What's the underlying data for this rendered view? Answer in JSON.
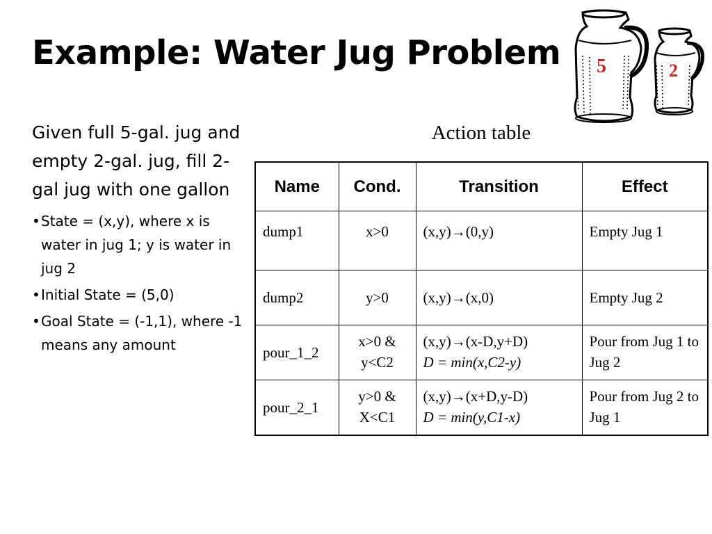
{
  "slide": {
    "title": "Example: Water Jug Problem",
    "intro": "Given full 5-gal. jug and empty 2-gal. jug, fill 2-gal jug with one gallon",
    "bullets": [
      "State = (x,y), where x is water in jug 1; y is water in jug 2",
      "Initial State = (5,0)",
      "Goal State = (-1,1), where -1 means any amount"
    ],
    "image": {
      "big_jug_label": "5",
      "small_jug_label": "2",
      "jug_color": "#000000",
      "label_color": "#cc2222"
    }
  },
  "table": {
    "caption": "Action table",
    "headers": [
      "Name",
      "Cond.",
      "Transition",
      "Effect"
    ],
    "rows": [
      {
        "name": "dump1",
        "cond": [
          "x>0"
        ],
        "transition": "(x,y)→(0,y)",
        "transition_eq": "",
        "effect": "Empty Jug 1"
      },
      {
        "name": "dump2",
        "cond": [
          "y>0"
        ],
        "transition": "(x,y)→(x,0)",
        "transition_eq": "",
        "effect": "Empty Jug 2"
      },
      {
        "name": "pour_1_2",
        "cond": [
          "x>0 &",
          "y<C2"
        ],
        "transition": "(x,y)→(x-D,y+D)",
        "transition_eq": "D = min(x,C2-y)",
        "effect": "Pour from Jug 1 to Jug 2"
      },
      {
        "name": "pour_2_1",
        "cond": [
          "y>0 &",
          "X<C1"
        ],
        "transition": "(x,y)→(x+D,y-D)",
        "transition_eq": "D = min(y,C1-x)",
        "effect": "Pour from Jug 2 to Jug 1"
      }
    ]
  }
}
